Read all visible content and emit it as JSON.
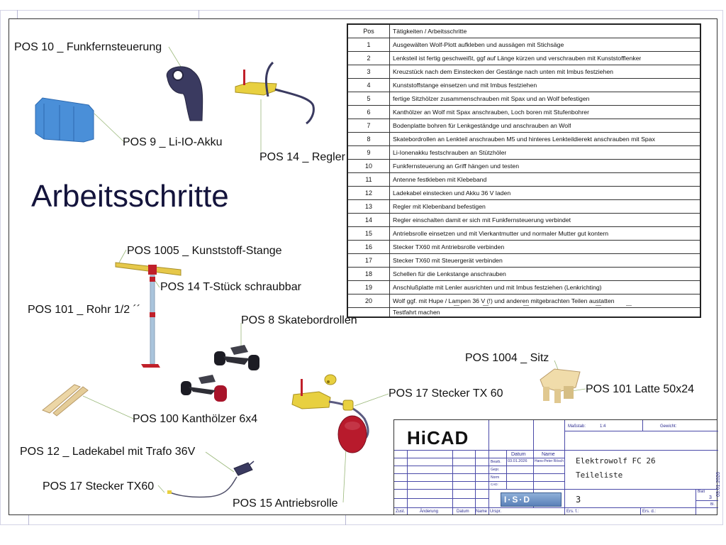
{
  "page_title": "Arbeitsschritte",
  "part_labels": [
    {
      "id": "pos10",
      "text": "POS 10 _ Funkfernsteuerung"
    },
    {
      "id": "pos9",
      "text": "POS 9 _ Li-IO-Akku"
    },
    {
      "id": "pos14-regler",
      "text": "POS 14 _ Regler"
    },
    {
      "id": "pos1005",
      "text": "POS 1005 _ Kunststoff-Stange"
    },
    {
      "id": "pos14-tstueck",
      "text": "POS 14 T-Stück schraubbar"
    },
    {
      "id": "pos101-rohr",
      "text": "POS 101 _ Rohr  1/2 ´´"
    },
    {
      "id": "pos8",
      "text": "POS 8 Skatebordrollen"
    },
    {
      "id": "pos100",
      "text": "POS 100 Kanthölzer 6x4"
    },
    {
      "id": "pos12",
      "text": "POS 12 _ Ladekabel mit Trafo 36V"
    },
    {
      "id": "pos17-a",
      "text": "POS 17 Stecker TX60"
    },
    {
      "id": "pos15",
      "text": "POS 15 Antriebsrolle"
    },
    {
      "id": "pos17-b",
      "text": "POS 17 Stecker TX 60"
    },
    {
      "id": "pos1004",
      "text": "POS 1004 _ Sitz"
    },
    {
      "id": "pos101-latte",
      "text": "POS 101 Latte 50x24"
    }
  ],
  "steps_table": {
    "header": {
      "pos": "Pos",
      "task": "Tätigkeiten / Arbeitsschritte"
    },
    "rows": [
      {
        "pos": "1",
        "task": "Ausgewälten Wolf-Plott aufkleben und aussägen mit Stichsäge"
      },
      {
        "pos": "2",
        "task": "Lenksteil ist fertig geschweißt, ggf auf Länge kürzen und verschrauben mit Kunststofflenker"
      },
      {
        "pos": "3",
        "task": "Kreuzstück nach dem Einstecken der Gestänge nach unten mit Imbus festziehen"
      },
      {
        "pos": "4",
        "task": "Kunststoffstange einsetzen und mit Imbus festziehen"
      },
      {
        "pos": "5",
        "task": "fertige Sitzhölzer zusammenschrauben mit Spax und an Wolf befestigen"
      },
      {
        "pos": "6",
        "task": "Kanthölzer an Wolf mit Spax anschrauben, Loch boren mit Stufenbohrer"
      },
      {
        "pos": "7",
        "task": "Bodenplatte bohren für Lenkgeständge und  anschrauben an Wolf"
      },
      {
        "pos": "8",
        "task": "Skatebordrollen an Lenkteil anschrauben M5 und hinteres Lenkteildierekt anschrauben mit Spax"
      },
      {
        "pos": "9",
        "task": "Li-Ionenakku festschrauben an Stützhöler"
      },
      {
        "pos": "10",
        "task": "Funkfernsteuerung an Griff hängen und testen"
      },
      {
        "pos": "11",
        "task": "Antenne festkleben mit Klebeband"
      },
      {
        "pos": "12",
        "task": "Ladekabel einstecken und Akku 36 V laden"
      },
      {
        "pos": "13",
        "task": "Regler mit Klebenband befestigen"
      },
      {
        "pos": "14",
        "task": "Regler einschalten damit er sich mit Funkfernsteuerung verbindet"
      },
      {
        "pos": "15",
        "task": "Antriebsrolle einsetzen und mit Vierkantmutter und normaler Mutter gut kontern"
      },
      {
        "pos": "16",
        "task": "Stecker TX60 mit Antriebsrolle verbinden"
      },
      {
        "pos": "17",
        "task": "Stecker TX60 mit Steuergerät verbinden"
      },
      {
        "pos": "18",
        "task": "Schellen für die Lenkstange anschrauben"
      },
      {
        "pos": "19",
        "task": "Anschlußplatte mit Lenler ausrichten und mit Imbus festziehen (Lenkrichting)"
      },
      {
        "pos": "20",
        "task": "Wolf ggf. mit Hupe / Lampen 36 V (!) und anderen mitgebrachten Teilen austatten"
      },
      {
        "pos": "",
        "task": "Testfahrt machen"
      }
    ]
  },
  "title_block": {
    "logo": "HiCAD",
    "isd_logo": "I·S·D",
    "massstab_label": "Maßstab:",
    "massstab_value": "1:4",
    "gewicht_label": "Gewicht:",
    "datum_header": "Datum",
    "name_header": "Name",
    "bearb_label": "Bearb.",
    "bearb_date": "03.01.2026",
    "bearb_name": "Hans-Peter Rösch",
    "gepr_label": "Gepr.",
    "norm_label": "Norm",
    "cad_label": "CAD:",
    "drawing_title": "Elektrowolf FC 26",
    "drawing_subtitle": "Teileliste",
    "drawing_number": "3",
    "blatt_label": "Blatt",
    "blatt_value": "3",
    "bl_label": "Bl.",
    "zust_label": "Zust.",
    "aenderung_label": "Änderung",
    "datum_label": "Datum",
    "name_label": "Name",
    "urspr_label": "Urspr.",
    "ers_f_label": "Ers. f.:",
    "ers_d_label": "Ers. d.:",
    "side_date": "03.01.2026"
  },
  "colors": {
    "title_text": "#14143c",
    "title_block_lines": "#4a4aa8",
    "leader_lines": "#9ab87a",
    "battery_blue": "#4a8fd8",
    "controller_yellow": "#e8d040",
    "accent_red": "#c0202a"
  }
}
